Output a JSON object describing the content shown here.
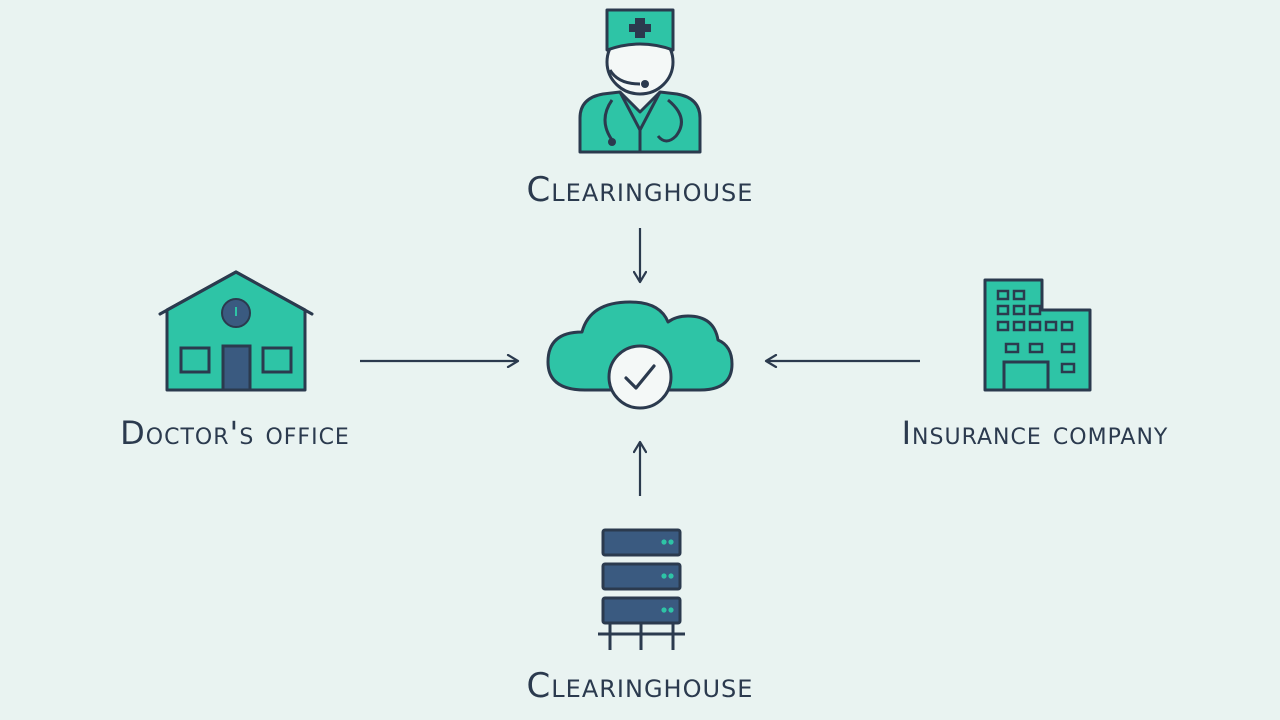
{
  "diagram": {
    "nodes": {
      "top": {
        "label": "Clearinghouse",
        "icon": "medical-professional-icon"
      },
      "left": {
        "label": "Doctor's office",
        "icon": "house-icon"
      },
      "right": {
        "label": "Insurance company",
        "icon": "office-building-icon"
      },
      "bottom": {
        "label": "Clearinghouse",
        "icon": "server-rack-icon"
      },
      "center": {
        "icon": "cloud-check-icon"
      }
    },
    "edges": [
      {
        "from": "top",
        "to": "center"
      },
      {
        "from": "left",
        "to": "center"
      },
      {
        "from": "right",
        "to": "center"
      },
      {
        "from": "bottom",
        "to": "center"
      }
    ]
  },
  "colors": {
    "background": "#e9f3f1",
    "teal": "#2ec4a6",
    "navy": "#2b3a4e",
    "slate": "#3a5a80"
  }
}
